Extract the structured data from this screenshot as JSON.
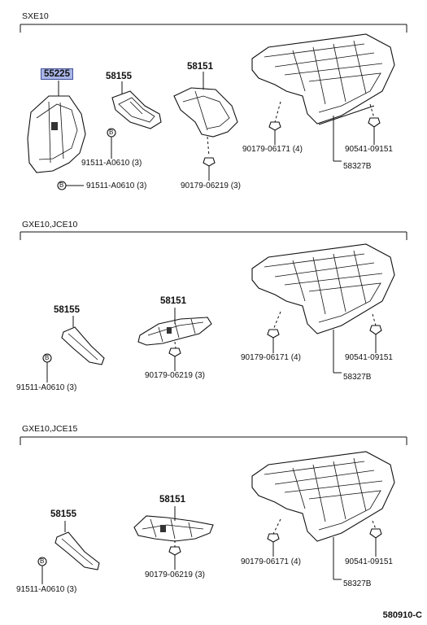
{
  "sections": [
    {
      "title": "SXE10",
      "labels": {
        "p55225": "55225",
        "p58155": "58155",
        "p91511_a": "91511-A0610 (3)",
        "p91511_b": "91511-A0610 (3)",
        "p58151": "58151",
        "p90179_06219": "90179-06219 (3)",
        "p90179_06171": "90179-06171 (4)",
        "p90541": "90541-09151",
        "p58327B": "58327B"
      }
    },
    {
      "title": "GXE10,JCE10",
      "labels": {
        "p58155": "58155",
        "p91511": "91511-A0610 (3)",
        "p58151": "58151",
        "p90179_06219": "90179-06219 (3)",
        "p90179_06171": "90179-06171 (4)",
        "p90541": "90541-09151",
        "p58327B": "58327B"
      }
    },
    {
      "title": "GXE10,JCE15",
      "labels": {
        "p58155": "58155",
        "p91511": "91511-A0610 (3)",
        "p58151": "58151",
        "p90179_06219": "90179-06219 (3)",
        "p90179_06171": "90179-06171 (4)",
        "p90541": "90541-09151",
        "p58327B": "58327B"
      }
    }
  ],
  "bolt_mark": "B",
  "diagram_code": "580910-C",
  "highlight_color": "#a9b6e8"
}
